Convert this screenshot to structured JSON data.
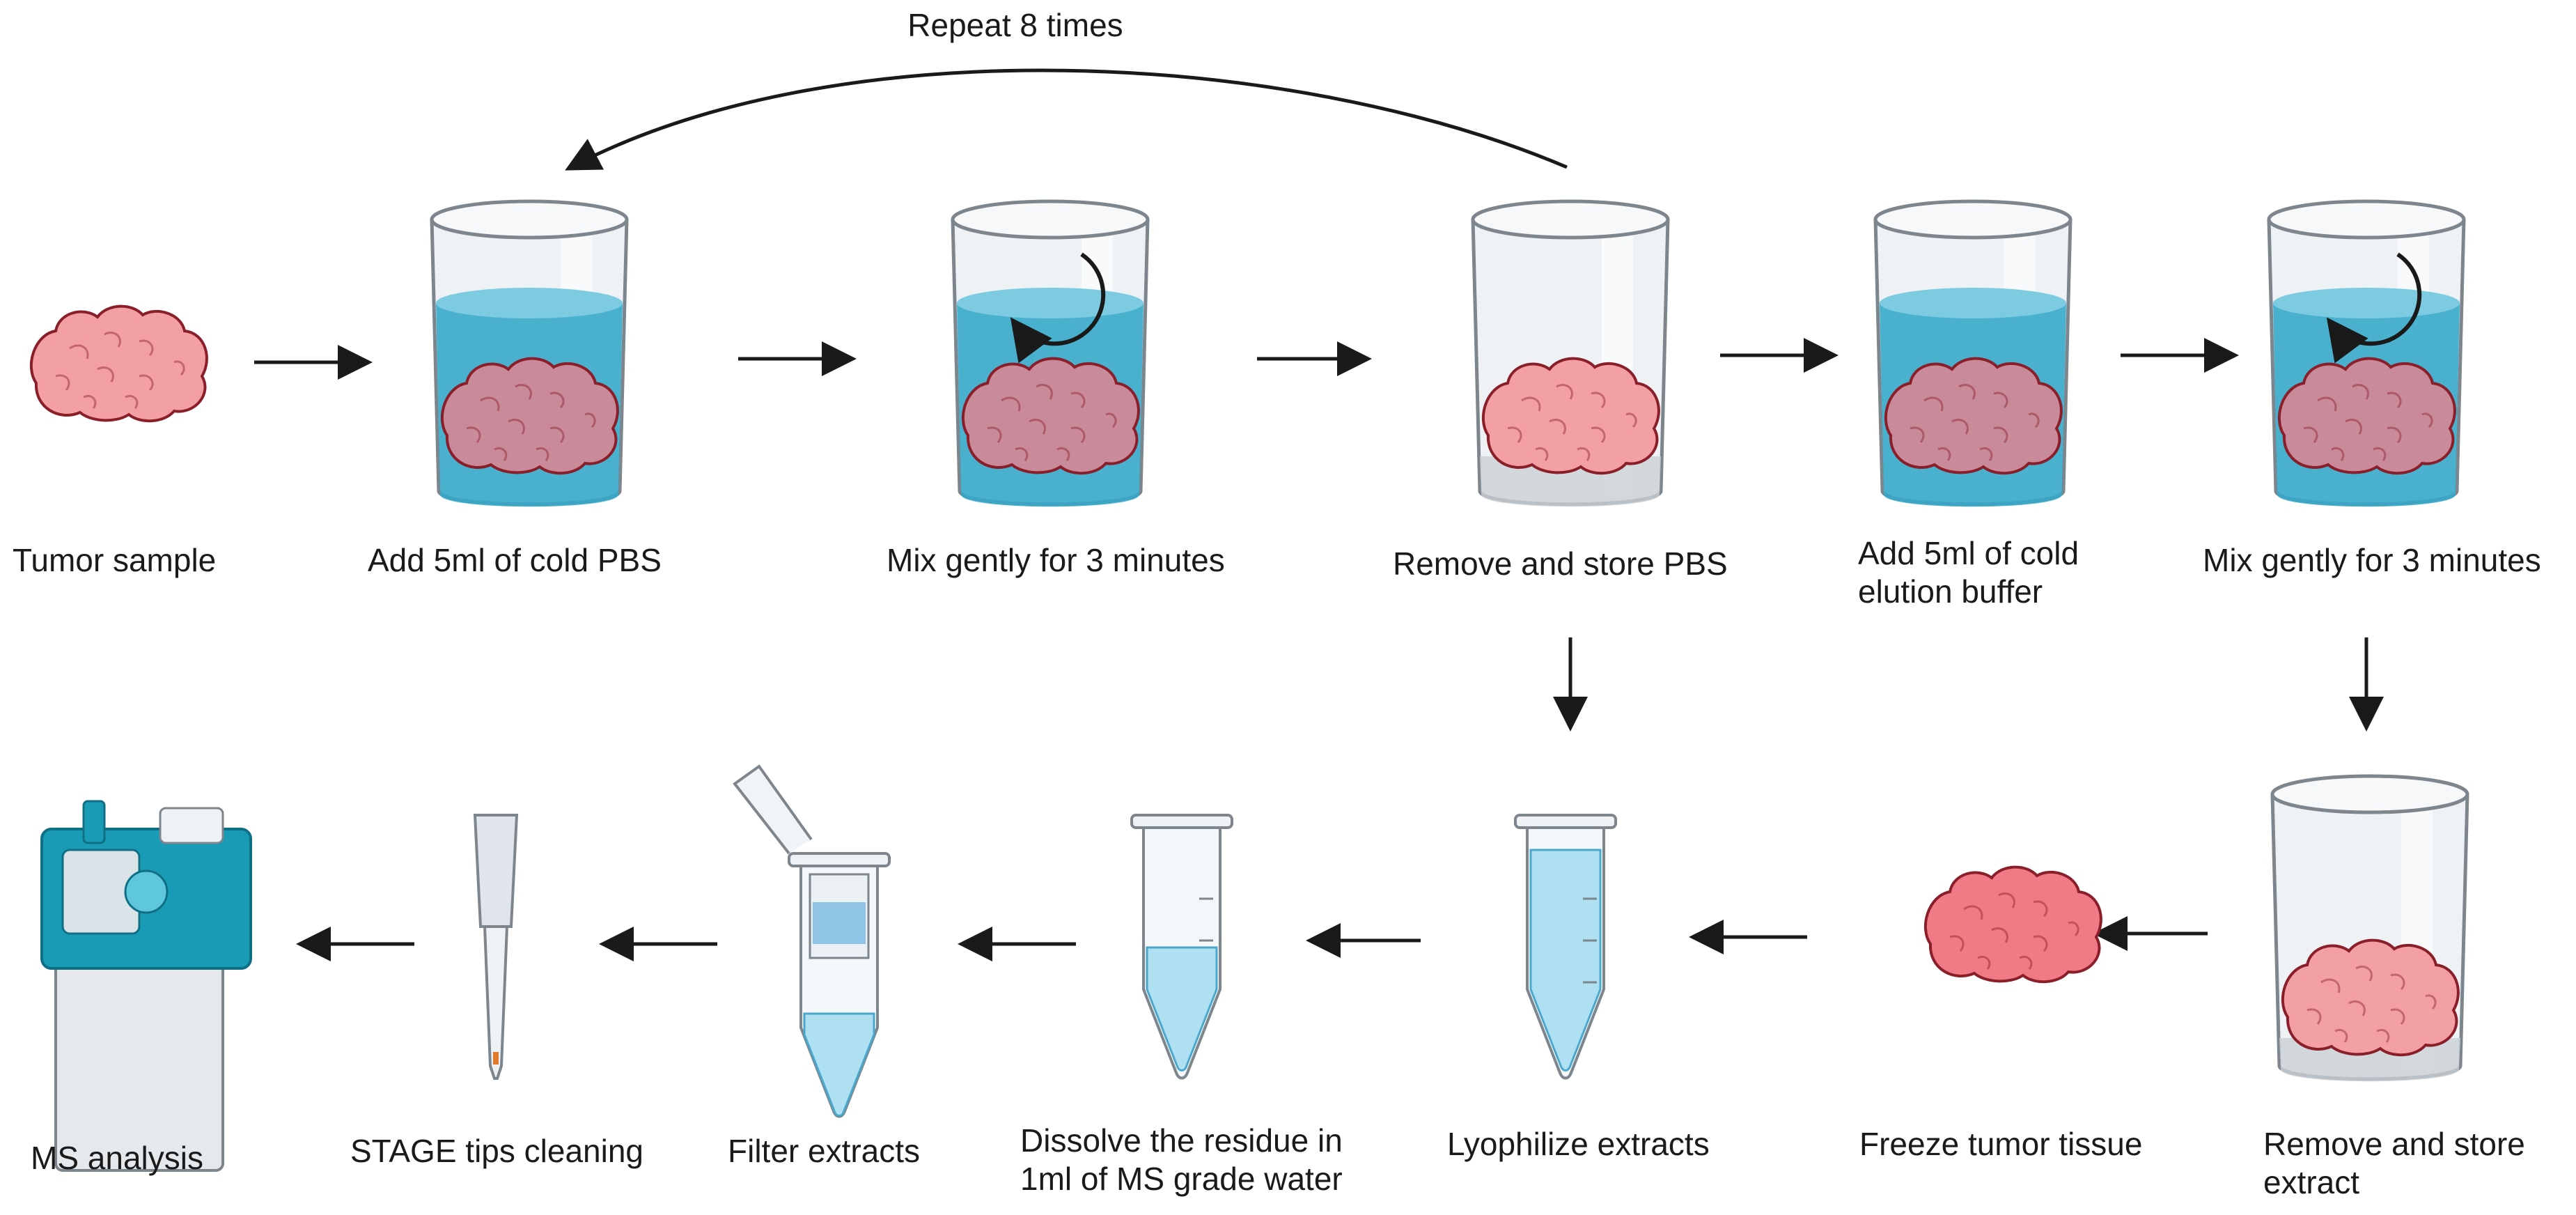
{
  "loop_label": "Repeat 8 times",
  "steps": {
    "tumor_sample": "Tumor sample",
    "add_pbs": "Add 5ml of cold PBS",
    "mix_1": "Mix gently for 3 minutes",
    "remove_pbs": "Remove and store PBS",
    "add_elution": [
      "Add 5ml of cold",
      "elution buffer"
    ],
    "mix_2": "Mix gently for 3 minutes",
    "remove_extract": [
      "Remove and store",
      "extract"
    ],
    "freeze": "Freeze tumor tissue",
    "lyophilize": "Lyophilize extracts",
    "dissolve": [
      "Dissolve the residue in",
      "1ml of MS grade water"
    ],
    "filter": "Filter extracts",
    "stage_tips": "STAGE tips cleaning",
    "ms_analysis": "MS analysis"
  },
  "colors": {
    "tissue": "#f2a0a4",
    "tissue_submerged": "#c98a9a",
    "tissue_outline": "#8a1f2a",
    "buffer": "#36a9c9",
    "beaker_glass": "#dde3e8",
    "tube_liquid": "#aee0f2",
    "ms_teal": "#1a9bb5",
    "arrow": "#1a1a1a"
  }
}
